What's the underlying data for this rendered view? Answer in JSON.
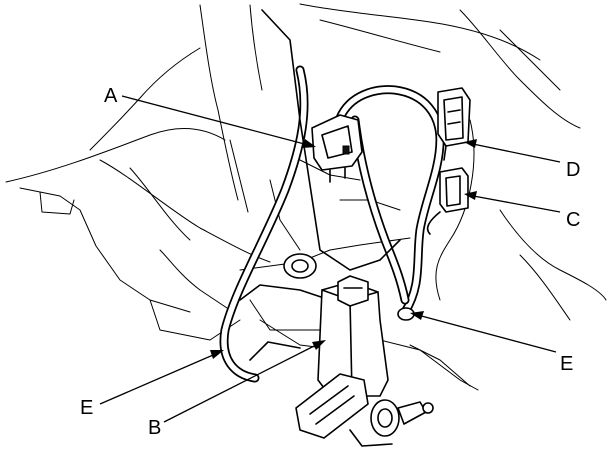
{
  "callouts": {
    "a": "A",
    "b": "B",
    "c": "C",
    "d": "D",
    "e_left": "E",
    "e_right": "E"
  }
}
